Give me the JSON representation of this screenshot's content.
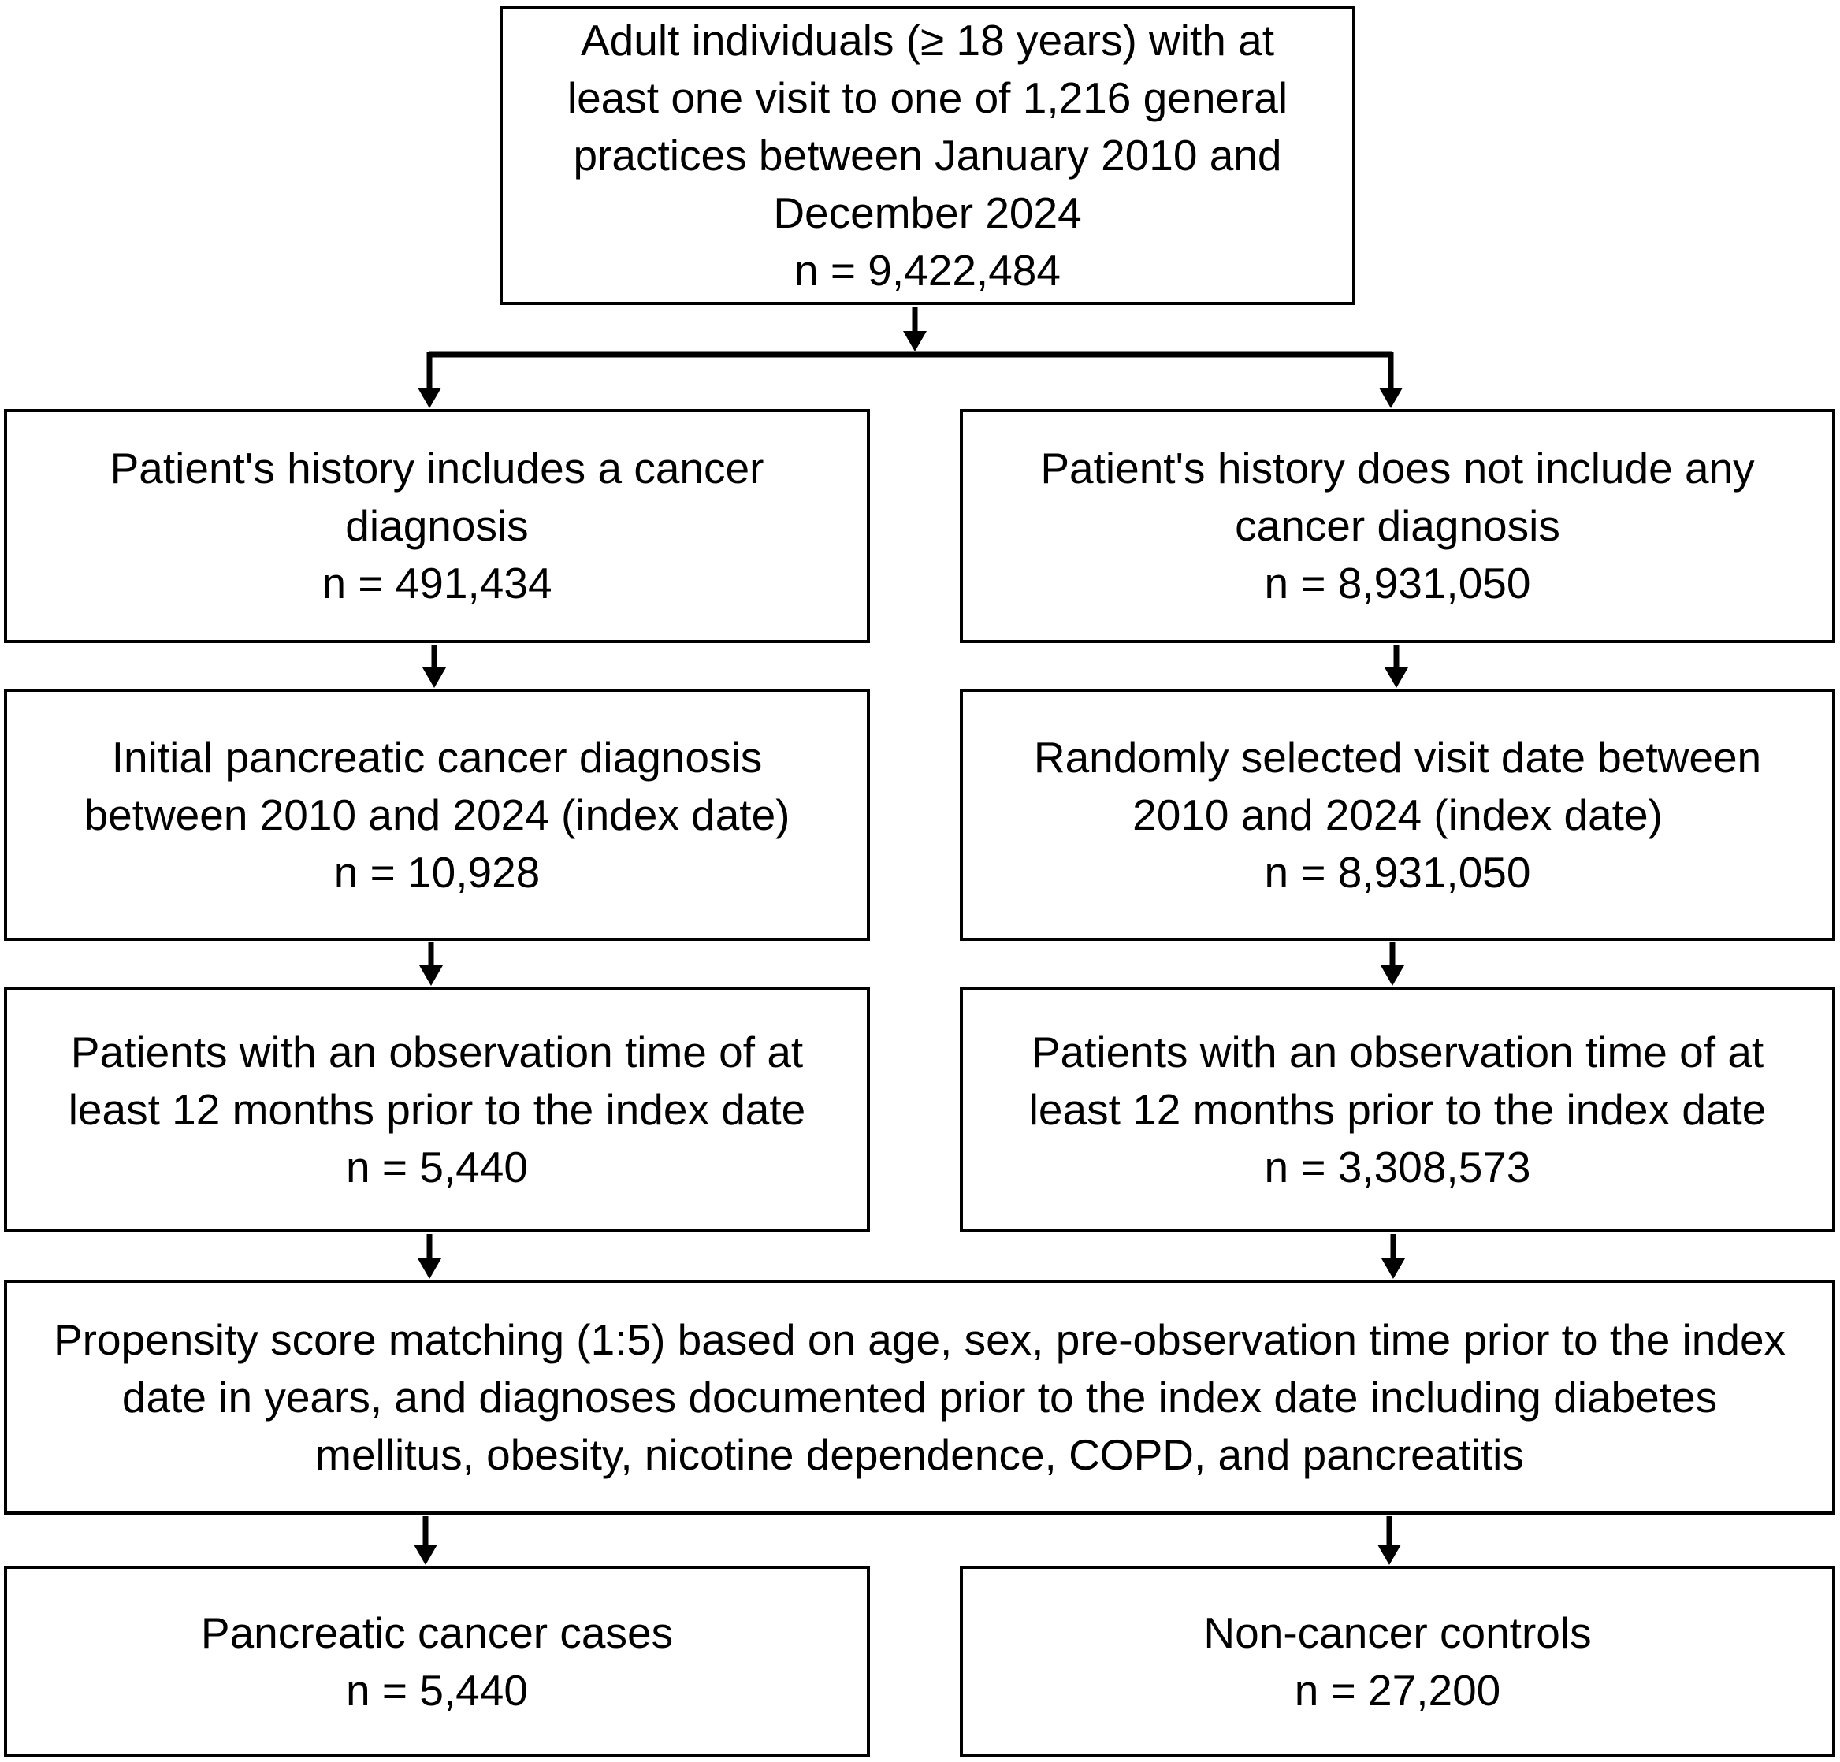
{
  "flowchart": {
    "top": {
      "lines": [
        "Adult individuals (≥ 18 years) with at",
        "least one visit to one of 1,216 general",
        "practices between January 2010 and",
        "December 2024"
      ],
      "n": "n = 9,422,484"
    },
    "left": [
      {
        "lines": [
          "Patient's history includes a cancer",
          "diagnosis"
        ],
        "n": "n = 491,434"
      },
      {
        "lines": [
          "Initial pancreatic cancer diagnosis",
          "between 2010 and 2024 (index date)"
        ],
        "n": "n = 10,928"
      },
      {
        "lines": [
          "Patients with an observation time of at",
          "least 12 months prior to the index date"
        ],
        "n": "n = 5,440"
      }
    ],
    "right": [
      {
        "lines": [
          "Patient's history does not include any",
          "cancer diagnosis"
        ],
        "n": "n =  8,931,050"
      },
      {
        "lines": [
          "Randomly selected visit date between",
          "2010 and 2024 (index date)"
        ],
        "n": "n = 8,931,050"
      },
      {
        "lines": [
          "Patients with an observation time of at",
          "least 12 months prior to the index date"
        ],
        "n": "n = 3,308,573"
      }
    ],
    "matching": {
      "lines": [
        "Propensity score matching (1:5) based on age, sex, pre-observation time prior to the index",
        "date in years, and diagnoses documented prior to the index date including diabetes",
        "mellitus, obesity, nicotine dependence, COPD, and pancreatitis"
      ]
    },
    "outcome_left": {
      "lines": [
        "Pancreatic cancer cases"
      ],
      "n": "n = 5,440"
    },
    "outcome_right": {
      "lines": [
        "Non-cancer controls"
      ],
      "n": "n = 27,200"
    }
  }
}
